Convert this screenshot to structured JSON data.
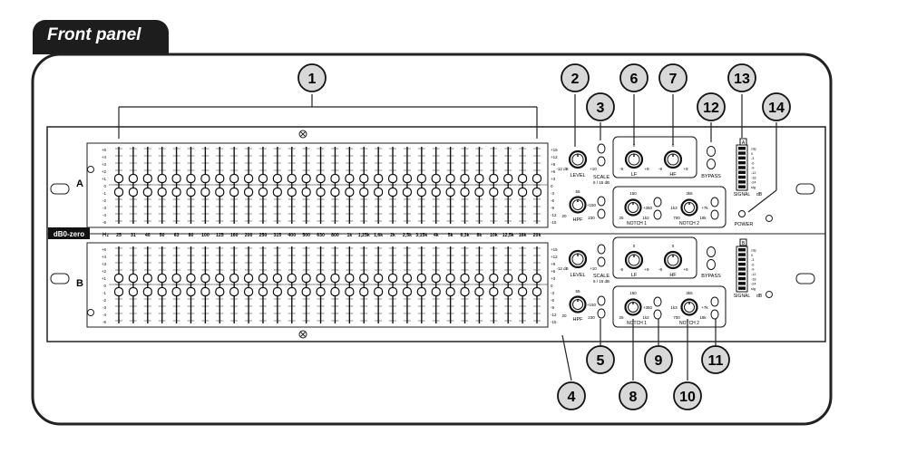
{
  "title": "Front panel",
  "brand": "dB0-zero",
  "channels": [
    "A",
    "B"
  ],
  "freq_unit": "Hz",
  "frequencies": [
    "25",
    "31",
    "40",
    "50",
    "63",
    "80",
    "100",
    "125",
    "160",
    "200",
    "250",
    "315",
    "400",
    "500",
    "630",
    "800",
    "1k",
    "1,25k",
    "1,6k",
    "2k",
    "2,5k",
    "3,15k",
    "4k",
    "5k",
    "6,3k",
    "8k",
    "10k",
    "12,5k",
    "16k",
    "20k"
  ],
  "scale_left": [
    "+6",
    "+4",
    "+3",
    "+2",
    "+1",
    "0",
    "-1",
    "-2",
    "-3",
    "-4",
    "-6"
  ],
  "scale_right": [
    "+15",
    "+12",
    "+9",
    "+6",
    "+3",
    "0",
    "-3",
    "-6",
    "-9",
    "-12",
    "-15"
  ],
  "controls": {
    "level": "LEVEL",
    "level_min": "-12 dB",
    "level_max": "+10",
    "scale": "SCALE",
    "scale_range": "6 / 15 dB",
    "hpf": "HPF",
    "hpf_top": "55",
    "hpf_left": "20",
    "hpf_right": "+150",
    "hpf_bottom": "230",
    "lf": "LF",
    "hf": "HF",
    "shelf_top": "0",
    "shelf_left": "-9",
    "shelf_right": "+9",
    "bypass": "BYPASS",
    "notch1": "NOTCH 1",
    "notch2": "NOTCH 2",
    "n1_top": "150",
    "n1_left": "25",
    "n1_right": "+350",
    "n1_bottom": "1k2",
    "n2_top": "3k5",
    "n2_left": "700",
    "n2_right": "+7k",
    "n2_bottom": "18k",
    "n2_side": "1k3",
    "signal": "SIGNAL",
    "signal_unit": "dB",
    "meter": [
      "clip",
      "0",
      "-3",
      "-6",
      "-9",
      "-12",
      "-18",
      "-24",
      "sig"
    ],
    "power": "POWER"
  },
  "callouts": [
    "1",
    "2",
    "3",
    "4",
    "5",
    "6",
    "7",
    "8",
    "9",
    "10",
    "11",
    "12",
    "13",
    "14"
  ]
}
